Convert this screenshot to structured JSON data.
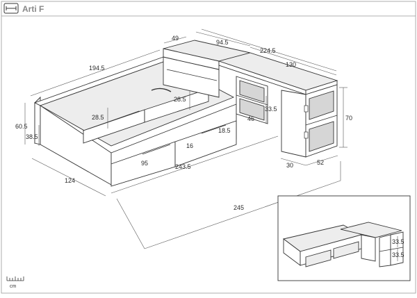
{
  "header": {
    "title": "Arti F",
    "header_icon": "bed-width-icon"
  },
  "scale": {
    "unit": "cm",
    "icon": "ruler-icon"
  },
  "main_view": {
    "dimensions": {
      "bed_length": "194.5",
      "top_depth": "49",
      "top_width": "94.5",
      "overall_width": "224.5",
      "desk_width": "130",
      "headboard_height": "60.5",
      "side_height": "38.5",
      "inner_depth_left": "28.5",
      "inner_depth_center": "28.5",
      "shelf_height": "33.5",
      "shelf_depth": "46",
      "desk_height": "70",
      "drawer_height": "18.5",
      "drawer_front": "16",
      "drawer_width": "95",
      "bed_width": "124",
      "total_base": "243.5",
      "desk_leg_width": "30",
      "desk_depth": "52",
      "total_length": "245"
    }
  },
  "inset_view": {
    "dimensions": {
      "upper_shelf": "33.5",
      "lower_shelf": "33.5"
    }
  }
}
